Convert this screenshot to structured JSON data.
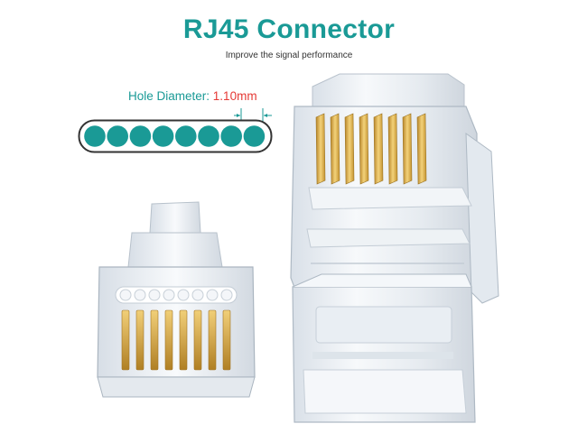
{
  "header": {
    "title": "RJ45 Connector",
    "subtitle": "Improve the signal performance"
  },
  "hole_diameter": {
    "label": "Hole Diameter:",
    "value": "1.10mm"
  },
  "colors": {
    "accent": "#1a9a96",
    "value_red": "#e53935",
    "gold": "#e0b43a",
    "plastic": "#eef2f6"
  },
  "strip": {
    "hole_count": 8
  },
  "connector": {
    "pin_count": 8
  }
}
